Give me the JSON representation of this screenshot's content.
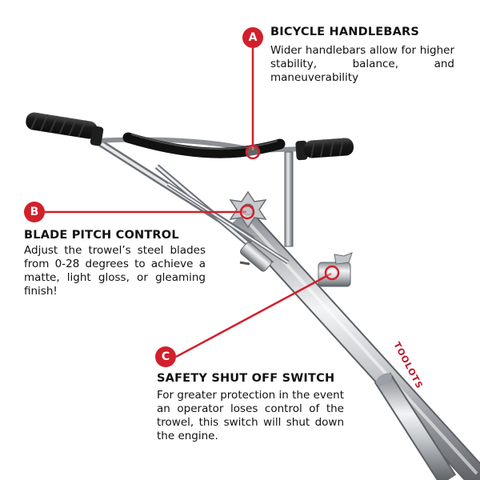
{
  "callouts": [
    {
      "marker": "A",
      "title": "BICYCLE HANDLEBARS",
      "description": "Wider handlebars allow for higher stability, balance, and maneuverability"
    },
    {
      "marker": "B",
      "title": "BLADE PITCH CONTROL",
      "description": "Adjust the trowel’s steel blades from 0-28 degrees to achieve a matte, light gloss, or gleaming finish!"
    },
    {
      "marker": "C",
      "title": "SAFETY SHUT OFF SWITCH",
      "description": "For greater protection in the event an operator loses control of the trowel, this switch will shut down the engine."
    }
  ],
  "brand_mark": "TOOLOTS",
  "colors": {
    "callout_red": "#d21f2b",
    "steel_light": "#e2e4e6",
    "steel_dark": "#6d7176",
    "grip_black": "#1c1c1c",
    "background": "#ffffff"
  },
  "icons": [
    "callout-marker",
    "leader-line",
    "target-ring"
  ]
}
